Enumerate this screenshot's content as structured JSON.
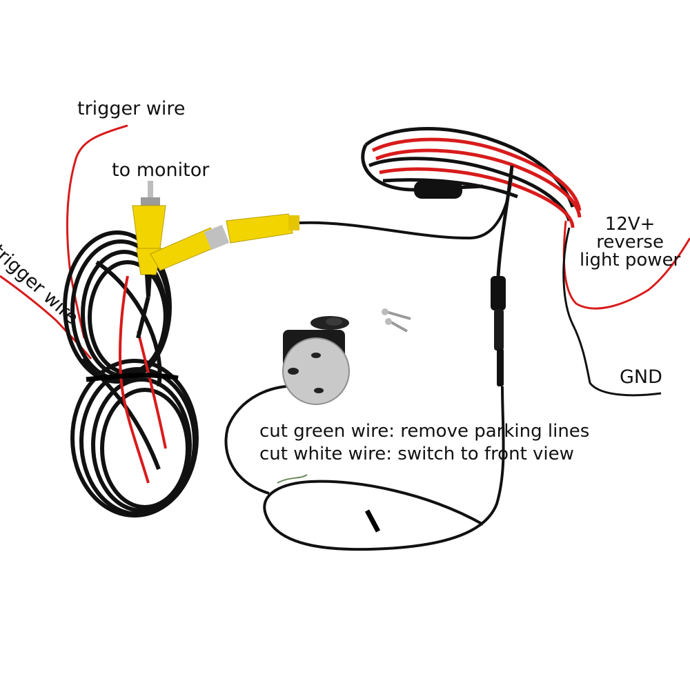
{
  "labels": {
    "trigger_wire_top": "trigger wire",
    "to_monitor": "to monitor",
    "trigger_wire_left": "trigger wire",
    "power_line1": "12V+",
    "power_line2": "reverse",
    "power_line3": "light power",
    "gnd": "GND",
    "cut_green": "cut green wire: remove parking lines",
    "cut_white": "cut white wire: switch to front view"
  },
  "colors": {
    "background": "#ffffff",
    "cable_black": "#111111",
    "wire_red": "#d81b1b",
    "rca_yellow": "#f2d400",
    "camera_body": "#c9c9c9"
  }
}
